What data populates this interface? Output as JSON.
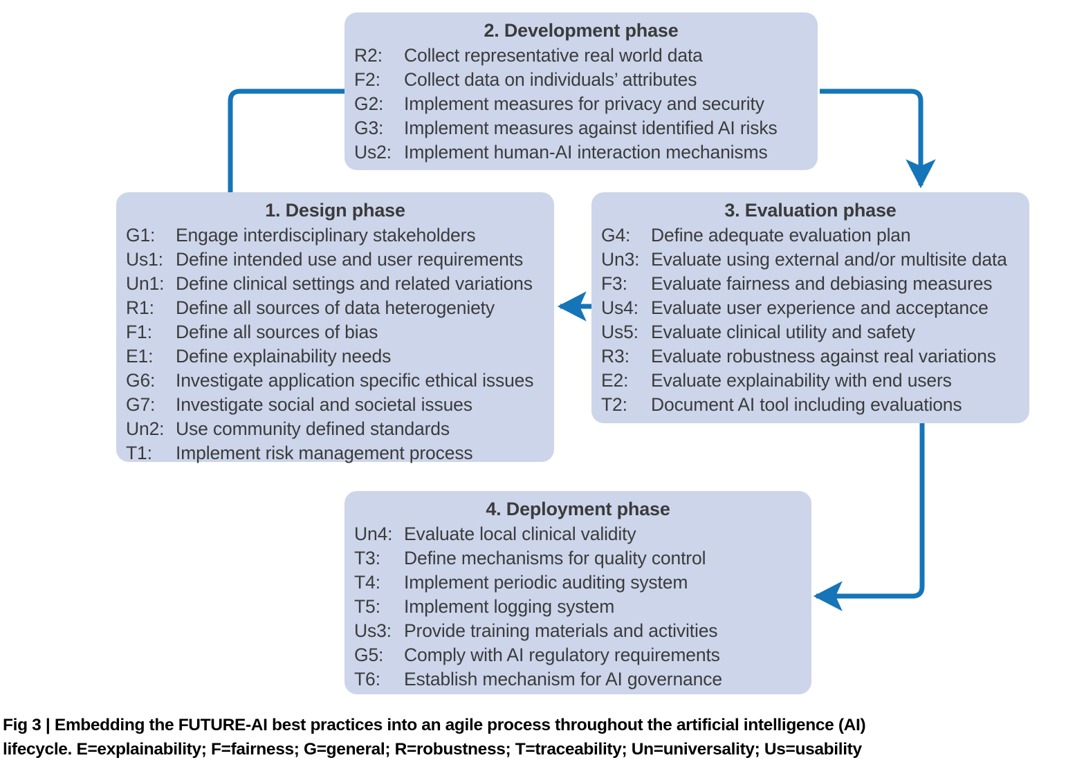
{
  "figure": {
    "accent_color": "#1575b8",
    "box_fill_color": "#ccd5ea",
    "text_color": "#3b3b3b"
  },
  "boxes": {
    "design": {
      "title": "1. Design phase",
      "items": [
        {
          "code": "G1:",
          "text": "Engage interdisciplinary stakeholders"
        },
        {
          "code": "Us1:",
          "text": "Define intended use and user requirements"
        },
        {
          "code": "Un1:",
          "text": "Define clinical settings and related variations"
        },
        {
          "code": "R1:",
          "text": "Define all sources of data heterogeniety"
        },
        {
          "code": "F1:",
          "text": "Define all sources of bias"
        },
        {
          "code": "E1:",
          "text": "Define explainability needs"
        },
        {
          "code": "G6:",
          "text": "Investigate application specific ethical issues"
        },
        {
          "code": "G7:",
          "text": "Investigate social and societal issues"
        },
        {
          "code": "Un2:",
          "text": "Use community defined standards"
        },
        {
          "code": "T1:",
          "text": "Implement risk management process"
        }
      ]
    },
    "development": {
      "title": "2. Development phase",
      "items": [
        {
          "code": "R2:",
          "text": "Collect representative real world data"
        },
        {
          "code": "F2:",
          "text": "Collect data on individuals’ attributes"
        },
        {
          "code": "G2:",
          "text": "Implement measures for privacy and security"
        },
        {
          "code": "G3:",
          "text": "Implement measures against identified AI risks"
        },
        {
          "code": "Us2:",
          "text": "Implement human-AI interaction mechanisms"
        }
      ]
    },
    "evaluation": {
      "title": "3. Evaluation phase",
      "items": [
        {
          "code": "G4:",
          "text": "Define adequate evaluation plan"
        },
        {
          "code": "Un3:",
          "text": "Evaluate using external and/or multisite data"
        },
        {
          "code": "F3:",
          "text": "Evaluate fairness and debiasing measures"
        },
        {
          "code": "Us4:",
          "text": "Evaluate user experience and acceptance"
        },
        {
          "code": "Us5:",
          "text": "Evaluate clinical utility and safety"
        },
        {
          "code": "R3:",
          "text": "Evaluate robustness against real variations"
        },
        {
          "code": "E2:",
          "text": "Evaluate explainability with end users"
        },
        {
          "code": "T2:",
          "text": "Document AI tool including evaluations"
        }
      ]
    },
    "deployment": {
      "title": "4. Deployment phase",
      "items": [
        {
          "code": "Un4:",
          "text": "Evaluate local clinical validity"
        },
        {
          "code": "T3:",
          "text": "Define mechanisms for quality control"
        },
        {
          "code": "T4:",
          "text": "Implement periodic auditing system"
        },
        {
          "code": "T5:",
          "text": "Implement logging system"
        },
        {
          "code": "Us3:",
          "text": "Provide training materials and activities"
        },
        {
          "code": "G5:",
          "text": "Comply with AI regulatory requirements"
        },
        {
          "code": "T6:",
          "text": "Establish mechanism for AI governance"
        }
      ]
    }
  },
  "arrows": [
    {
      "name": "design-to-development",
      "from": "1. Design phase",
      "to": "2. Development phase"
    },
    {
      "name": "development-to-evaluation",
      "from": "2. Development phase",
      "to": "3. Evaluation phase"
    },
    {
      "name": "evaluation-to-design",
      "from": "3. Evaluation phase",
      "to": "1. Design phase"
    },
    {
      "name": "evaluation-to-deployment",
      "from": "3. Evaluation phase",
      "to": "4. Deployment phase"
    }
  ],
  "caption": {
    "line1": "Fig 3 | Embedding the FUTURE-AI best practices into an agile process throughout the artificial intelligence (AI)",
    "line2": "lifecycle. E=explainability; F=fairness; G=general; R=robustness; T=traceability; Un=universality; Us=usability"
  }
}
